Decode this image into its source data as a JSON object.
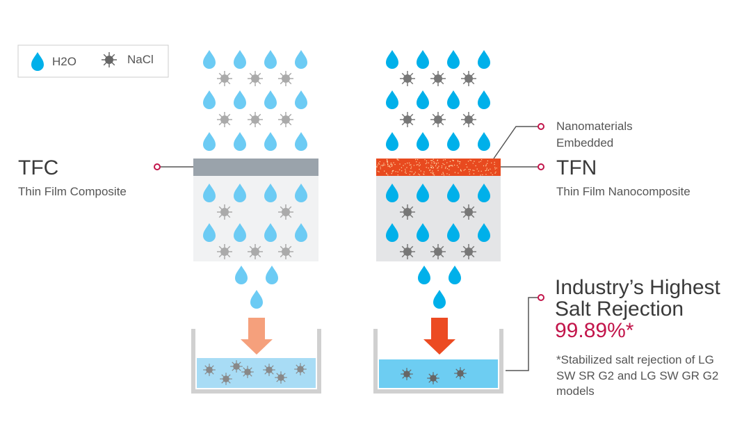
{
  "legend": {
    "water": "H2O",
    "salt": "NaCl"
  },
  "tfc": {
    "title": "TFC",
    "subtitle": "Thin Film Composite"
  },
  "tfn": {
    "title": "TFN",
    "subtitle": "Thin Film Nanocomposite"
  },
  "nano": {
    "line1": "Nanomaterials",
    "line2": "Embedded"
  },
  "highlight": {
    "line1": "Industry’s Highest",
    "line2": "Salt Rejection",
    "value": "99.89%*"
  },
  "footnote": {
    "line1": "*Stabilized salt rejection of LG",
    "line2": "SW SR G2 and LG SW GR G2",
    "line3": "models"
  },
  "colors": {
    "water_light": "#6ccbf4",
    "water_dark": "#00b0ea",
    "salt_light": "#aaaaaa",
    "salt_dark": "#777777",
    "accent": "#c2144a",
    "tfn_membrane": "#e84a1f",
    "tfc_membrane": "#9aa3ab"
  }
}
